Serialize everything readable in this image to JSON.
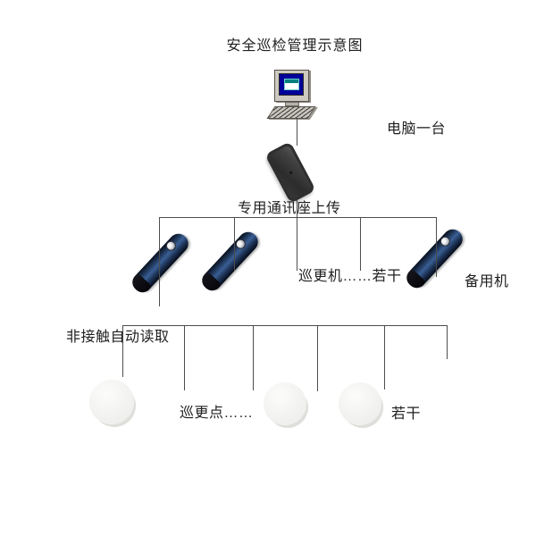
{
  "title": "安全巡检管理示意图",
  "diagram": {
    "computer_label": "电脑一台",
    "dock_label": "专用通讯座上传",
    "patrol_machines_label": "巡更机……若干",
    "backup_machine_label": "备用机",
    "contactless_read_label": "非接触自动读取",
    "patrol_points_label": "巡更点……",
    "several_label": "若干"
  },
  "icons": {
    "computer": "desktop-computer-icon",
    "dock": "communication-dock-icon",
    "patrol_device": "patrol-wand-icon",
    "patrol_point": "patrol-point-disc-icon"
  },
  "colors": {
    "background": "#ffffff",
    "line": "#4d4d4d",
    "text": "#1f1f1f",
    "device_body": "#24395f",
    "dock_body": "#383838",
    "disc": "#f1f1f0",
    "screen_blue": "#000099",
    "window_teal": "#008080"
  }
}
